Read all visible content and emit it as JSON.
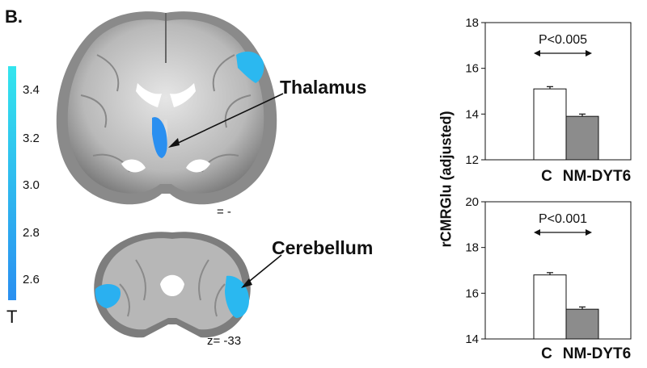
{
  "figure": {
    "panel_label": "B.",
    "colorbar": {
      "ticks": [
        "3.4",
        "3.2",
        "3.0",
        "2.8",
        "2.6"
      ],
      "label": "T",
      "colors": [
        "#33e5ee",
        "#2a8ff0"
      ]
    },
    "brain": {
      "coronal_slice_label": "= -",
      "axial_slice_label": "z= -33",
      "labels": {
        "thalamus": "Thalamus",
        "cerebellum": "Cerebellum"
      },
      "blob_color": "#2aa8f0"
    },
    "shared_ylabel": "rCMRGlu (adjusted)"
  },
  "chart_data": [
    {
      "type": "bar",
      "categories": [
        "C",
        "NM-DYT6"
      ],
      "values": [
        15.1,
        13.9
      ],
      "errors": [
        0.1,
        0.1
      ],
      "ylim": [
        12,
        18
      ],
      "yticks": [
        12,
        14,
        16,
        18
      ],
      "annotation": "P<0.005",
      "ylabel": "rCMRGlu (adjusted)",
      "colors": [
        "#ffffff",
        "#8c8c8c"
      ]
    },
    {
      "type": "bar",
      "categories": [
        "C",
        "NM-DYT6"
      ],
      "values": [
        16.8,
        15.3
      ],
      "errors": [
        0.1,
        0.1
      ],
      "ylim": [
        14,
        20
      ],
      "yticks": [
        14,
        16,
        18,
        20
      ],
      "annotation": "P<0.001",
      "ylabel": "rCMRGlu (adjusted)",
      "colors": [
        "#ffffff",
        "#8c8c8c"
      ]
    }
  ]
}
